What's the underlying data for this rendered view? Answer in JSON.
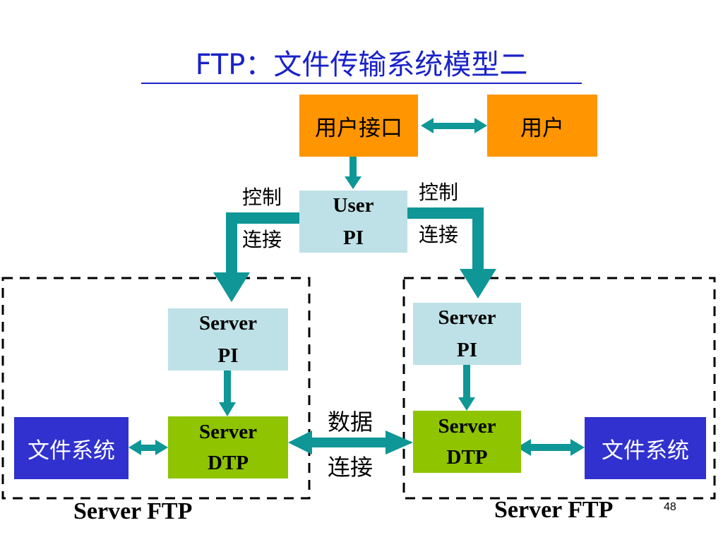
{
  "title": "FTP：文件传输系统模型二",
  "user_interface": "用户接口",
  "user": "用户",
  "user_pi": {
    "line1": "User",
    "line2": "PI"
  },
  "control_left": {
    "line1": "控制",
    "line2": "连接"
  },
  "control_right": {
    "line1": "控制",
    "line2": "连接"
  },
  "server_pi_left": {
    "line1": "Server",
    "line2": "PI"
  },
  "server_pi_right": {
    "line1": "Server",
    "line2": "PI"
  },
  "server_dtp_left": {
    "line1": "Server",
    "line2": "DTP"
  },
  "server_dtp_right": {
    "line1": "Server",
    "line2": "DTP"
  },
  "file_system_left": "文件系统",
  "file_system_right": "文件系统",
  "data_connection": {
    "line1": "数据",
    "line2": "连接"
  },
  "server_ftp_left": "Server FTP",
  "server_ftp_right": "Server FTP",
  "page_number": "48",
  "colors": {
    "title": "#1a22c8",
    "arrow": "#0f9696",
    "orange": "#ff9500",
    "light_blue": "#bde1e6",
    "green": "#8fc400",
    "blue": "#3131d0"
  }
}
